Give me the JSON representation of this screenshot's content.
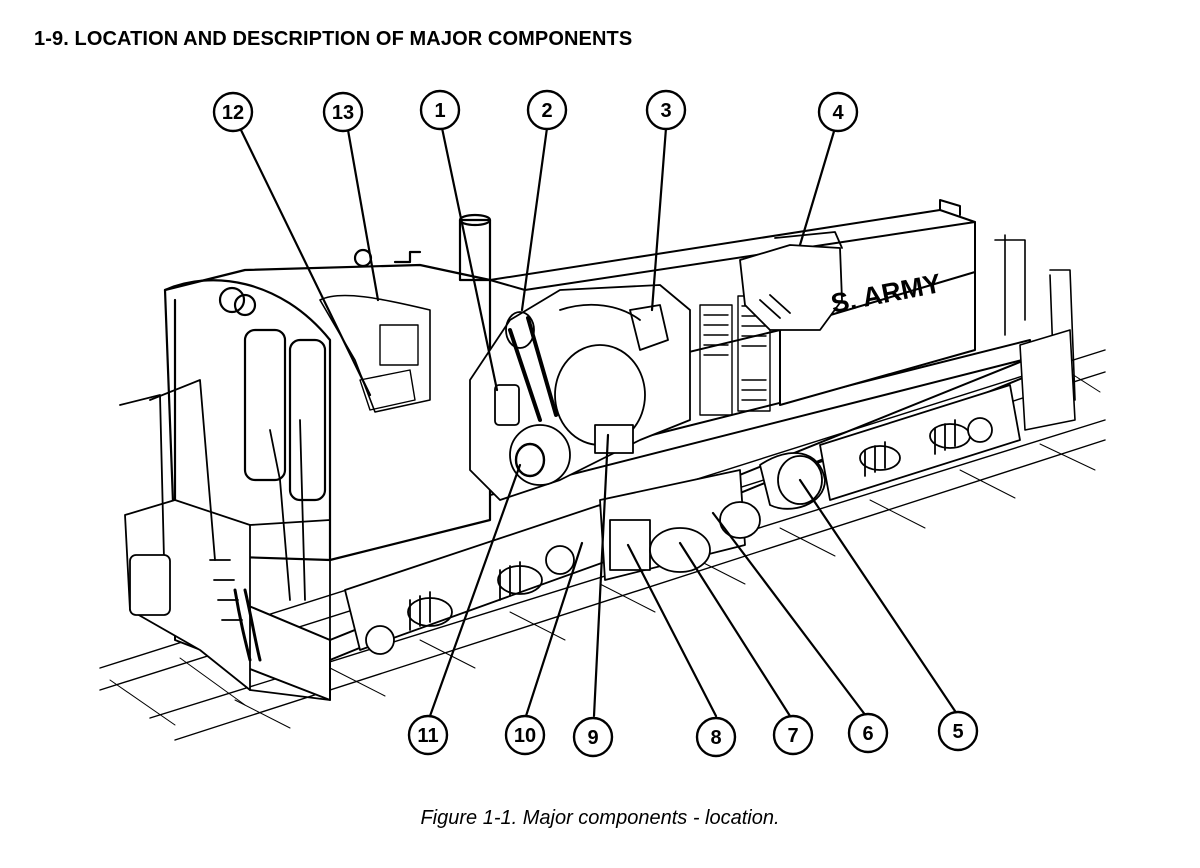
{
  "section": {
    "heading": "1-9.  LOCATION AND DESCRIPTION OF MAJOR COMPONENTS"
  },
  "figure": {
    "caption": "Figure 1-1.  Major components - location.",
    "hood_lettering": "S. ARMY",
    "callouts": [
      "12",
      "13",
      "1",
      "2",
      "3",
      "4",
      "11",
      "10",
      "9",
      "8",
      "7",
      "6",
      "5"
    ]
  }
}
